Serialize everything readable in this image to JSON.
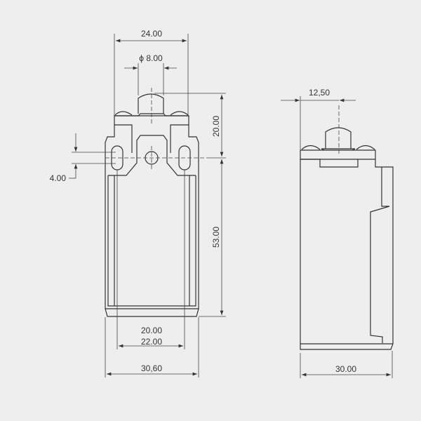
{
  "front_view": {
    "dim_top_width": "24.00",
    "dim_plunger_diameter": "ϕ 8.00",
    "dim_plunger_height": "20.00",
    "dim_slot_width": "4.00",
    "dim_body_height": "53.00",
    "dim_inner_width": "20.00",
    "dim_hole_spacing": "22.00",
    "dim_total_width": "30,60"
  },
  "side_view": {
    "dim_plunger_offset": "12,50",
    "dim_depth": "30.00"
  },
  "colors": {
    "background": "#eeeeee",
    "line": "#333333"
  }
}
